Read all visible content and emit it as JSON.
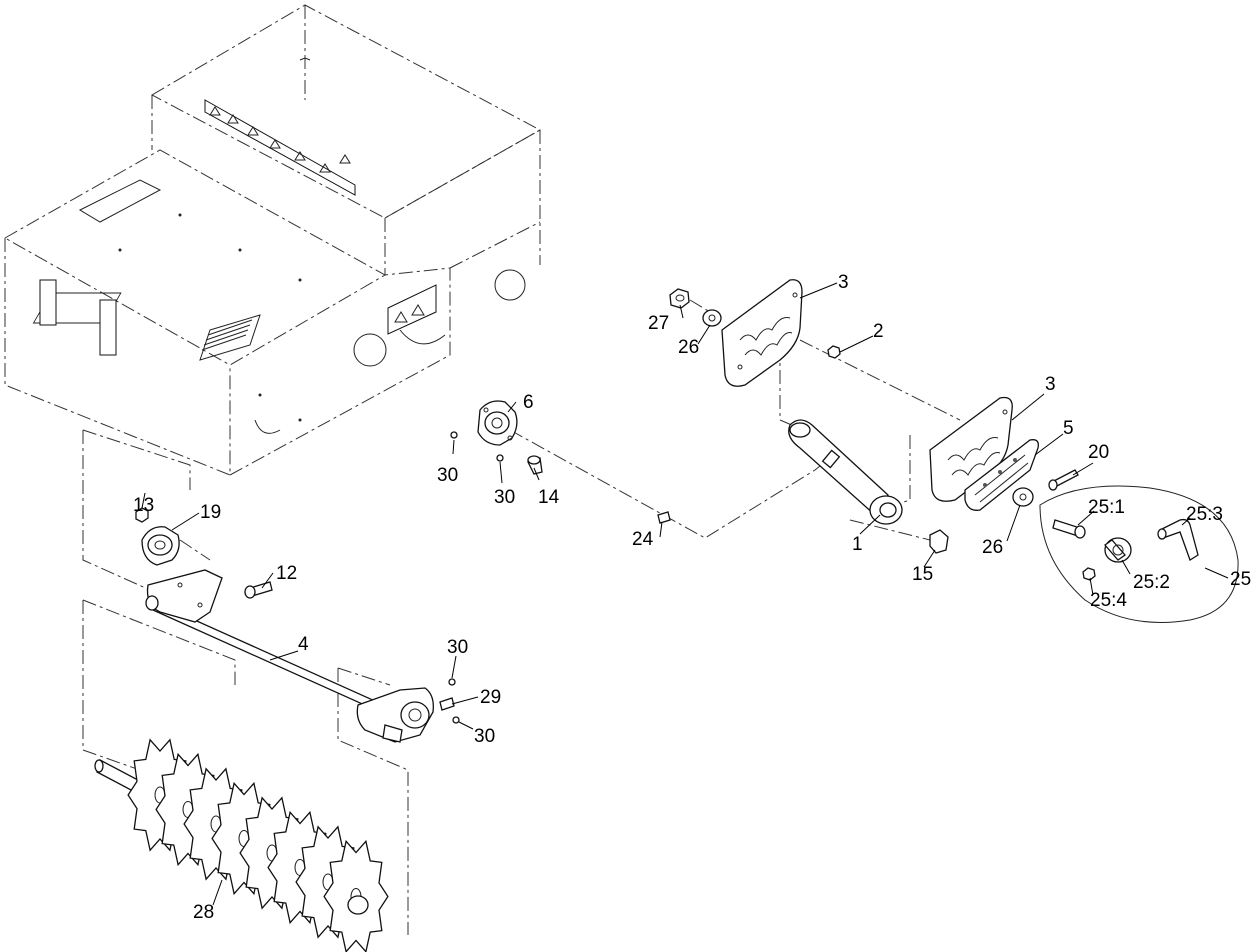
{
  "callouts": [
    {
      "id": "c1",
      "text": "1"
    },
    {
      "id": "c2",
      "text": "2"
    },
    {
      "id": "c3a",
      "text": "3"
    },
    {
      "id": "c3b",
      "text": "3"
    },
    {
      "id": "c4",
      "text": "4"
    },
    {
      "id": "c5",
      "text": "5"
    },
    {
      "id": "c6",
      "text": "6"
    },
    {
      "id": "c12",
      "text": "12"
    },
    {
      "id": "c13",
      "text": "13"
    },
    {
      "id": "c14",
      "text": "14"
    },
    {
      "id": "c15",
      "text": "15"
    },
    {
      "id": "c19",
      "text": "19"
    },
    {
      "id": "c20",
      "text": "20"
    },
    {
      "id": "c24",
      "text": "24"
    },
    {
      "id": "c25",
      "text": "25"
    },
    {
      "id": "c25_1",
      "text": "25:1"
    },
    {
      "id": "c25_2",
      "text": "25:2"
    },
    {
      "id": "c25_3",
      "text": "25:3"
    },
    {
      "id": "c25_4",
      "text": "25:4"
    },
    {
      "id": "c26a",
      "text": "26"
    },
    {
      "id": "c26b",
      "text": "26"
    },
    {
      "id": "c27",
      "text": "27"
    },
    {
      "id": "c28",
      "text": "28"
    },
    {
      "id": "c29",
      "text": "29"
    },
    {
      "id": "c30a",
      "text": "30"
    },
    {
      "id": "c30b",
      "text": "30"
    },
    {
      "id": "c30c",
      "text": "30"
    },
    {
      "id": "c30d",
      "text": "30"
    }
  ]
}
